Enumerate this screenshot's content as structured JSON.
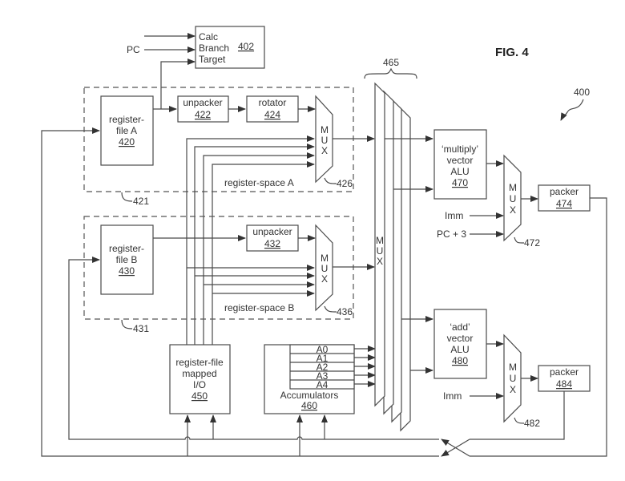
{
  "figure": {
    "title": "FIG. 4",
    "ref": "400"
  },
  "blocks": {
    "calc_branch_target": {
      "lines": [
        "Calc",
        "Branch",
        "Target"
      ],
      "ref": "402",
      "input_label": "PC"
    },
    "register_file_a": {
      "lines": [
        "register-",
        "file A"
      ],
      "ref": "420"
    },
    "unpacker_a": {
      "label": "unpacker",
      "ref": "422"
    },
    "rotator": {
      "label": "rotator",
      "ref": "424"
    },
    "mux_a": {
      "letters": [
        "M",
        "U",
        "X"
      ],
      "ref": "426"
    },
    "register_space_a": {
      "label": "register-space A",
      "ref": "421"
    },
    "register_file_b": {
      "lines": [
        "register-",
        "file B"
      ],
      "ref": "430"
    },
    "unpacker_b": {
      "label": "unpacker",
      "ref": "432"
    },
    "mux_b": {
      "letters": [
        "M",
        "U",
        "X"
      ],
      "ref": "436"
    },
    "register_space_b": {
      "label": "register-space B",
      "ref": "431"
    },
    "reg_mapped_io": {
      "lines": [
        "register-file",
        "mapped",
        "I/O"
      ],
      "ref": "450"
    },
    "accumulators": {
      "label": "Accumulators",
      "ref": "460",
      "rows": [
        "A0",
        "A1",
        "A2",
        "A3",
        "A4"
      ]
    },
    "mux_bank": {
      "letters": [
        "M",
        "U",
        "X"
      ],
      "ref": "465"
    },
    "multiply_alu": {
      "lines": [
        "‘multiply’",
        "vector",
        "ALU"
      ],
      "ref": "470"
    },
    "mux_472": {
      "letters": [
        "M",
        "U",
        "X"
      ],
      "ref": "472",
      "inputs": [
        "Imm",
        "PC + 3"
      ]
    },
    "packer_474": {
      "label": "packer",
      "ref": "474"
    },
    "add_alu": {
      "lines": [
        "‘add’",
        "vector",
        "ALU"
      ],
      "ref": "480"
    },
    "mux_482": {
      "letters": [
        "M",
        "U",
        "X"
      ],
      "ref": "482",
      "inputs": [
        "Imm"
      ]
    },
    "packer_484": {
      "label": "packer",
      "ref": "484"
    }
  }
}
